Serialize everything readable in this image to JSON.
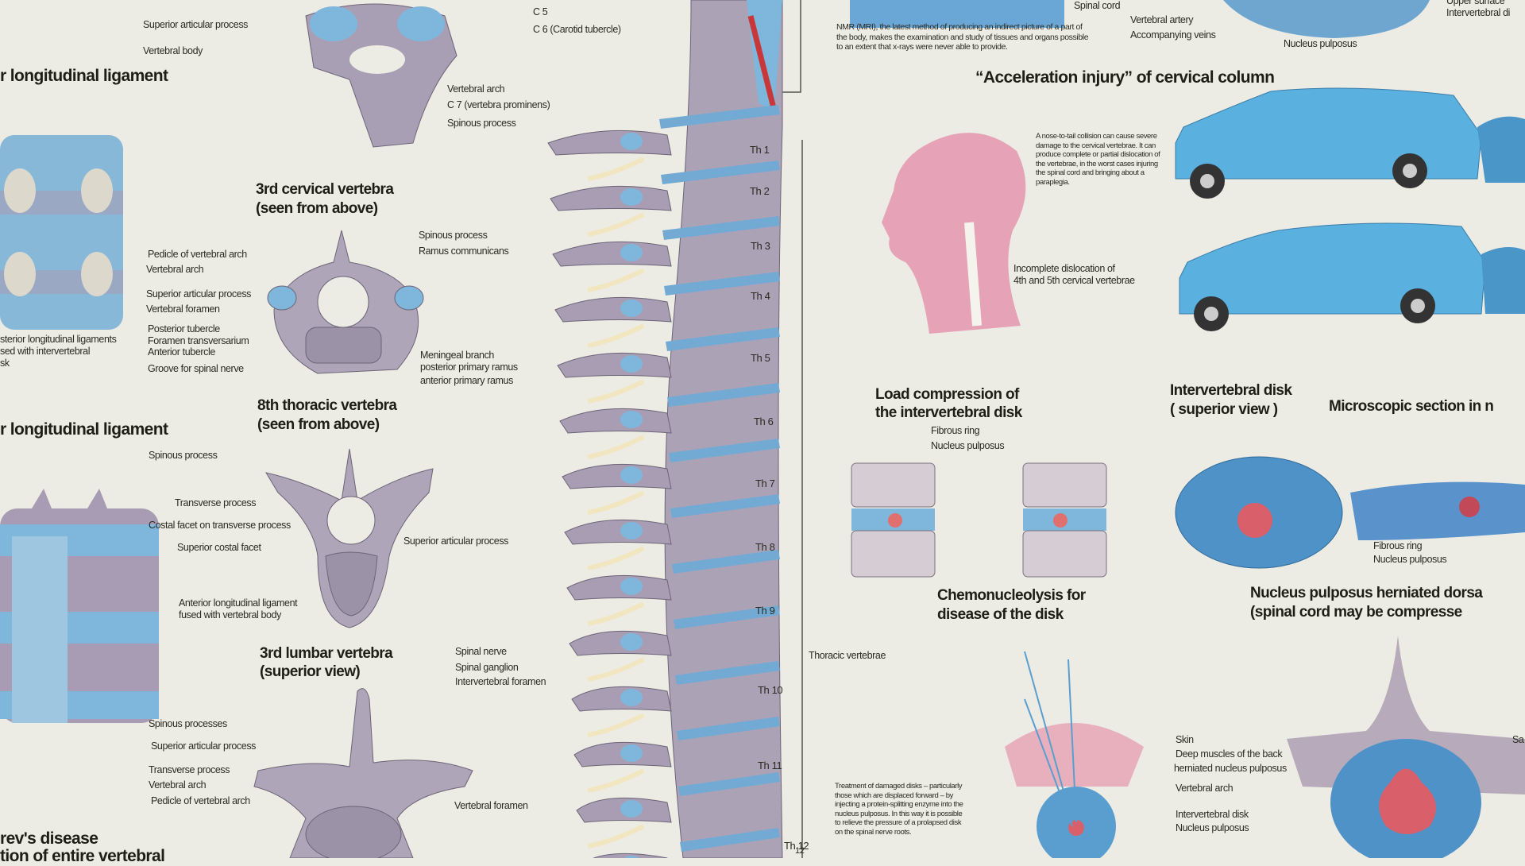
{
  "colors": {
    "paper": "#ecece4",
    "bone": "#a79cb0",
    "disk": "#6fa6d0",
    "car": "#5ab0de",
    "skin": "#e8a0b4",
    "nucleus": "#d9606a"
  },
  "cervical_top": {
    "labels": [
      "Superior articular process",
      "Vertebral body",
      "Vertebral arch",
      "C 7 (vertebra prominens)",
      "Spinous process"
    ]
  },
  "spine_cervical": {
    "labels": [
      "C 5",
      "C 6 (Carotid tubercle)"
    ]
  },
  "ligament_top": {
    "heading": "r longitudinal ligament",
    "caption": [
      "sterior longitudinal ligaments",
      "sed with intervertebral",
      "sk"
    ],
    "labels": [
      "Pedicle of vertebral arch",
      "Vertebral arch"
    ]
  },
  "c3": {
    "title": "3rd cervical vertebra",
    "subtitle": "(seen from above)",
    "labels": [
      "Superior articular process",
      "Vertebral foramen",
      "Posterior tubercle",
      "Foramen transversarium",
      "Anterior tubercle",
      "Groove for spinal nerve",
      "Spinous process",
      "Ramus communicans"
    ]
  },
  "nerves": {
    "labels": [
      "Meningeal branch",
      "posterior primary ramus",
      "anterior primary ramus",
      "Spinal nerve",
      "Spinal ganglion",
      "Intervertebral foramen"
    ]
  },
  "ligament_bottom": {
    "heading": "r longitudinal ligament",
    "labels": [
      "Anterior longitudinal ligament",
      "fused with vertebral body"
    ]
  },
  "t8": {
    "title": "8th thoracic vertebra",
    "subtitle": "(seen from above)",
    "labels": [
      "Spinous process",
      "Transverse process",
      "Costal facet on transverse process",
      "Superior costal facet",
      "Superior articular process"
    ]
  },
  "l3": {
    "title": "3rd lumbar vertebra",
    "subtitle": "(superior view)",
    "labels": [
      "Spinous processes",
      "Superior articular process",
      "Transverse process",
      "Vertebral arch",
      "Pedicle of vertebral arch",
      "Vertebral foramen"
    ]
  },
  "disease": {
    "lines": [
      "rev's disease",
      "tion of entire vertebral"
    ]
  },
  "thoracic": {
    "levels": [
      "Th 1",
      "Th 2",
      "Th 3",
      "Th 4",
      "Th 5",
      "Th 6",
      "Th 7",
      "Th 8",
      "Th 9",
      "Th 10",
      "Th 11",
      "Th 12"
    ],
    "group_label": "Thoracic vertebrae",
    "page_number": "12"
  },
  "mri": {
    "label": "Spinal cord",
    "text": "NMR (MRI), the latest method of producing an indirect picture of a part of the body, makes the examination and study of tissues and organs possible to an extent that x-rays were never able to provide."
  },
  "vessels": {
    "labels": [
      "Vertebral artery",
      "Accompanying veins",
      "Nucleus pulposus",
      "Upper surface",
      "Intervertebral di"
    ]
  },
  "acceleration": {
    "title": "“Acceleration injury” of cervical column",
    "text": "A nose-to-tail collision can cause severe damage to the cervical vertebrae. It can produce complete or partial dislocation of the vertebrae, in the worst cases injuring the spinal cord and bringing about a paraplegia.",
    "labels": [
      "Incomplete dislocation of",
      "4th and 5th cervical vertebrae"
    ]
  },
  "load": {
    "title": [
      "Load compression of",
      "the intervertebral disk"
    ],
    "labels": [
      "Fibrous ring",
      "Nucleus pulposus"
    ]
  },
  "disk_superior": {
    "title": [
      "Intervertebral disk",
      "( superior view )"
    ],
    "labels": [
      "Fibrous ring",
      "Nucleus pulposus"
    ]
  },
  "microscopic": {
    "title": "Microscopic section in n"
  },
  "chemo": {
    "title": [
      "Chemonucleolysis for",
      "disease of the disk"
    ],
    "labels": [
      "Skin",
      "Deep muscles of the back",
      "herniated nucleus pulposus",
      "Vertebral arch",
      "Intervertebral disk",
      "Nucleus pulposus"
    ],
    "text": "Treatment of damaged disks – particularly those which are displaced forward – by injecting a protein-splitting enzyme into the nucleus pulposus. In this way it is possible to relieve the pressure of a prolapsed disk on the spinal nerve roots."
  },
  "herniated": {
    "title": [
      "Nucleus pulposus herniated dorsa",
      "(spinal cord may be compresse"
    ],
    "labels": [
      "Sa"
    ]
  }
}
